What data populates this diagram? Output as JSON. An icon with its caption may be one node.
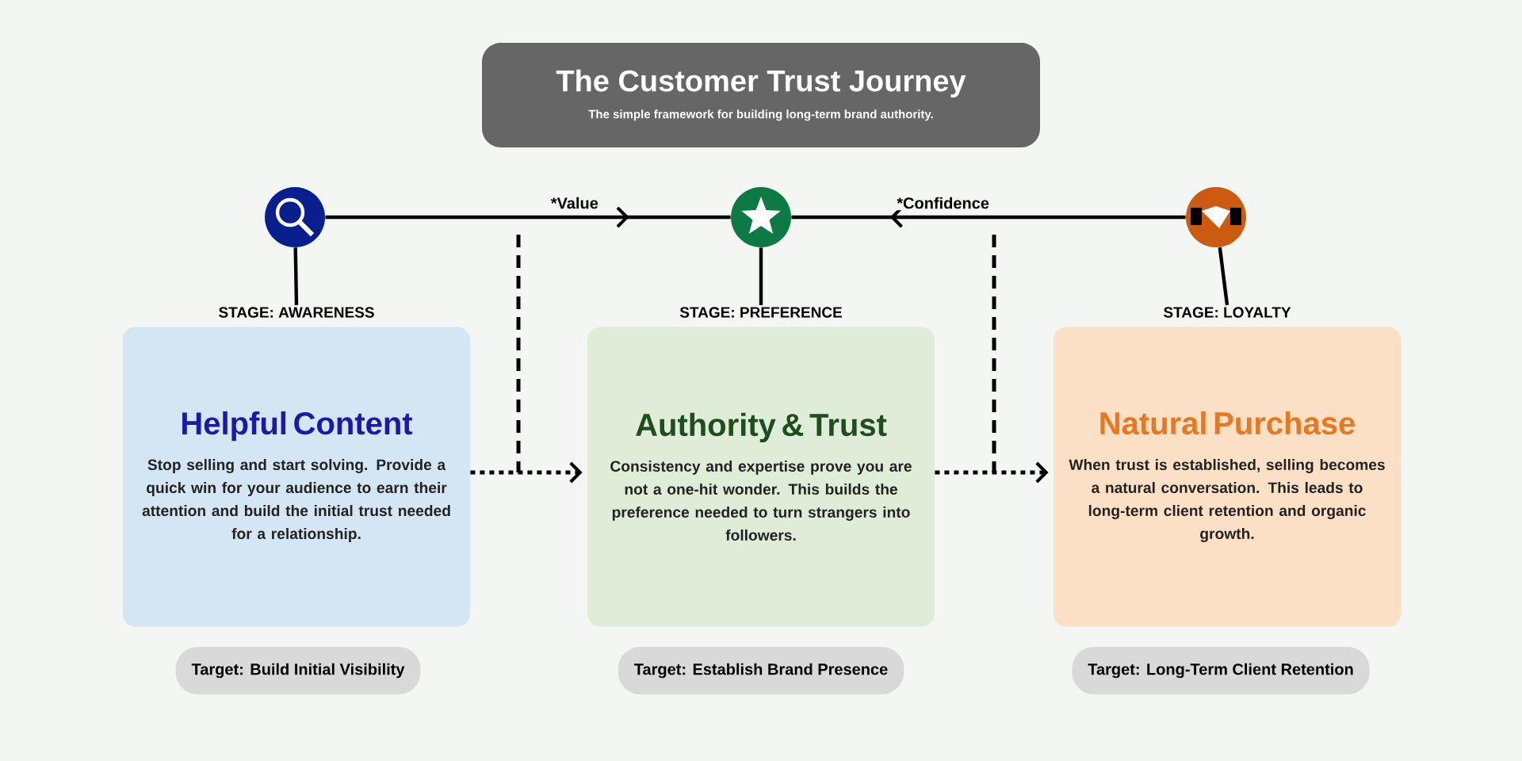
{
  "diagram": {
    "title": "The Customer Trust Journey",
    "caption": "The simple framework for building long-term brand authority.",
    "nodes": [
      {
        "text": [],
        "shape": "circle"
      },
      {
        "text": [],
        "shape": "circle"
      },
      {
        "text": [],
        "shape": "circle"
      },
      {
        "text": [
          "STAGE: AWARENESS",
          "Helpful Content",
          "Stop selling and start solving. Provide a quick win for your audience to earn their attention and build the initial trust needed for a relationship."
        ]
      },
      {
        "text": [
          "STAGE: PREFERENCE",
          "Authority & Trust",
          "Consistency and expertise prove you are not a one-hit wonder. This builds the preference needed to turn strangers into followers."
        ]
      },
      {
        "text": [
          "STAGE: LOYALTY",
          "Natural Purchase",
          "When trust is established, selling becomes a natural conversation. This leads to long-term client retention and organic growth."
        ]
      },
      {
        "text": [
          "Target: Build Initial Visibility"
        ]
      },
      {
        "text": [
          "Target: Establish Brand Presence"
        ]
      },
      {
        "text": [
          "Target: Long-Term Client Retention"
        ]
      }
    ],
    "edges": [
      {
        "from": 0,
        "to": 1,
        "arrow": "to",
        "label": "*Value"
      },
      {
        "from": 2,
        "to": 1,
        "arrow": "to",
        "label": "*Confidence"
      },
      {
        "from": 0,
        "to": 3,
        "arrow": "none"
      },
      {
        "from": 1,
        "to": 4,
        "arrow": "none"
      },
      {
        "from": 2,
        "to": 5,
        "arrow": "none"
      },
      {
        "from": 3,
        "to": 4,
        "arrow": "to",
        "style": "dashed"
      },
      {
        "from": 4,
        "to": 5,
        "arrow": "to",
        "style": "dashed"
      }
    ]
  }
}
